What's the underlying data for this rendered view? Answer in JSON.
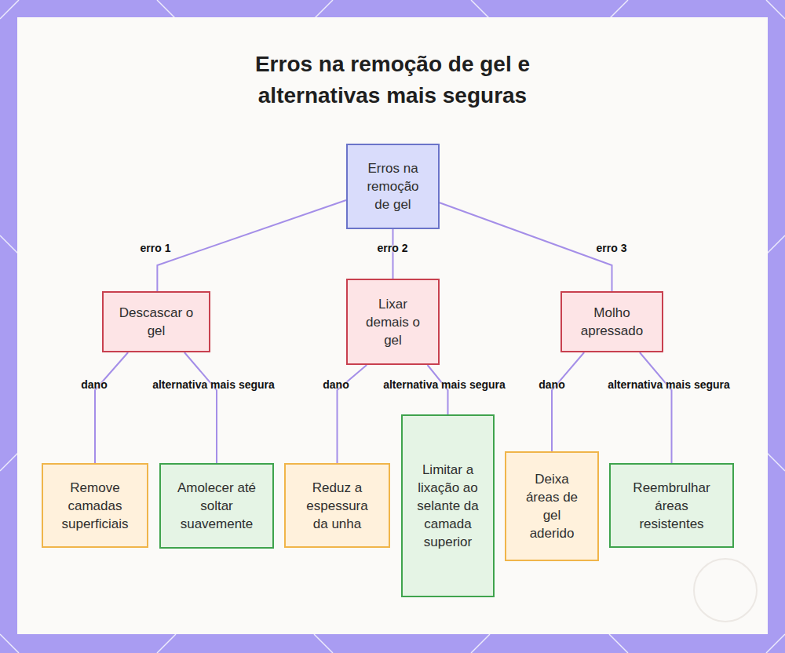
{
  "diagram": {
    "title": "Erros na remoção de gel e alternativas mais seguras",
    "nodes": [
      {
        "text": [
          "Erros na remoção de gel"
        ]
      },
      {
        "text": [
          "Descascar o gel"
        ]
      },
      {
        "text": [
          "Lixar demais o gel"
        ]
      },
      {
        "text": [
          "Molho apressado"
        ]
      },
      {
        "text": [
          "Remove camadas superficiais"
        ]
      },
      {
        "text": [
          "Amolecer até soltar suavemente"
        ]
      },
      {
        "text": [
          "Reduz a espessura da unha"
        ]
      },
      {
        "text": [
          "Limitar a lixação ao selante da camada superior"
        ]
      },
      {
        "text": [
          "Deixa áreas de gel aderido"
        ]
      },
      {
        "text": [
          "Reembrulhar áreas resistentes"
        ]
      }
    ],
    "edges": [
      {
        "from": 0,
        "to": 1,
        "label": "erro 1",
        "arrow": "none"
      },
      {
        "from": 0,
        "to": 2,
        "label": "erro 2",
        "arrow": "none"
      },
      {
        "from": 0,
        "to": 3,
        "label": "erro 3",
        "arrow": "none"
      },
      {
        "from": 1,
        "to": 4,
        "label": "dano",
        "arrow": "none"
      },
      {
        "from": 1,
        "to": 5,
        "label": "alternativa mais segura",
        "arrow": "none"
      },
      {
        "from": 2,
        "to": 6,
        "label": "dano",
        "arrow": "none"
      },
      {
        "from": 2,
        "to": 7,
        "label": "alternativa mais segura",
        "arrow": "none"
      },
      {
        "from": 3,
        "to": 8,
        "label": "dano",
        "arrow": "none"
      },
      {
        "from": 3,
        "to": 9,
        "label": "alternativa mais segura",
        "arrow": "none"
      }
    ]
  }
}
